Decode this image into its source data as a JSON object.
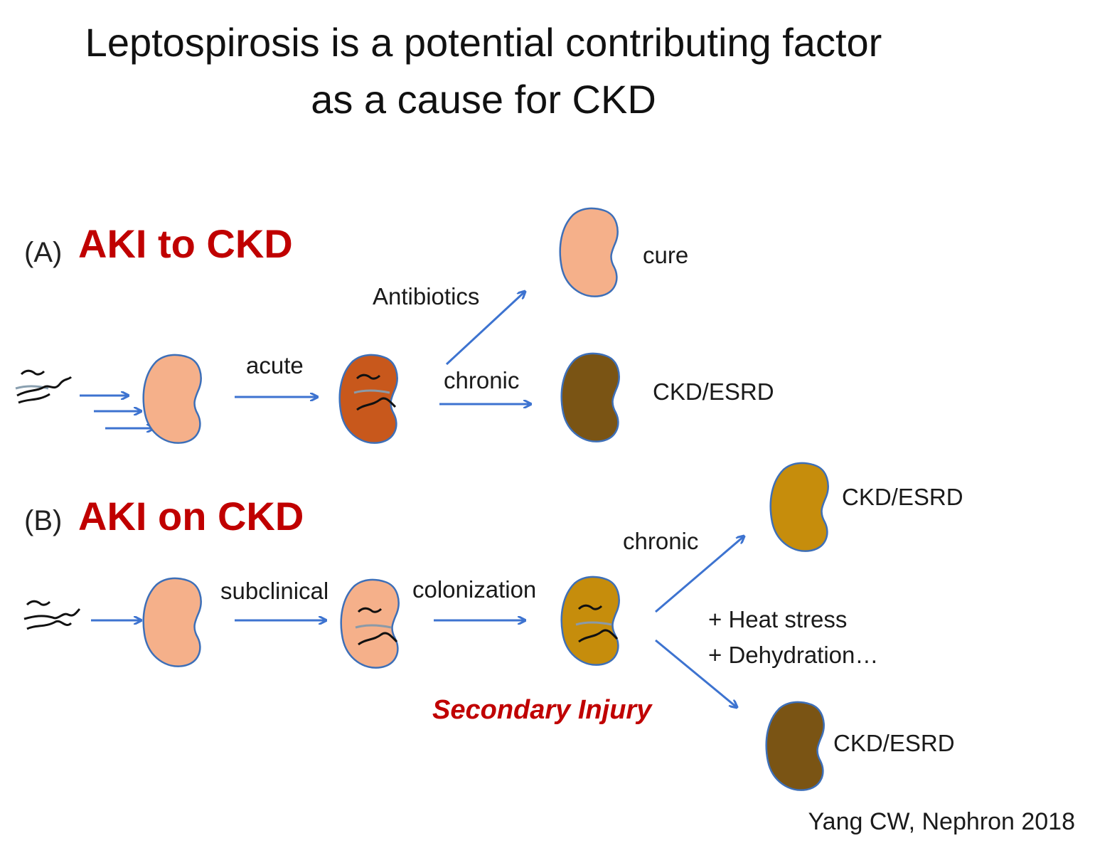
{
  "title": {
    "line1": "Leptospirosis is a potential contributing factor",
    "line2": "as a cause for CKD"
  },
  "colors": {
    "healthy_kidney": "#f5b08a",
    "acute_kidney": "#c8581c",
    "ckd_kidney_dark": "#7a5414",
    "ckd_kidney_gold": "#c68d0c",
    "kidney_outline": "#3d6fb8",
    "arrow": "#3d73d0",
    "section_title": "#c00000"
  },
  "section_a": {
    "letter": "(A)",
    "title": "AKI to CKD",
    "arrow_acute": "acute",
    "arrow_antibiotics": "Antibiotics",
    "arrow_chronic": "chronic",
    "outcome_cure": "cure",
    "outcome_ckd": "CKD/ESRD"
  },
  "section_b": {
    "letter": "(B)",
    "title": "AKI on CKD",
    "arrow_subclinical": "subclinical",
    "arrow_colonization": "colonization",
    "arrow_chronic": "chronic",
    "secondary_injury": "Secondary Injury",
    "factor_heat": "+ Heat stress",
    "factor_dehydration": "+ Dehydration…",
    "outcome_ckd_top": "CKD/ESRD",
    "outcome_ckd_bottom": "CKD/ESRD"
  },
  "citation": "Yang CW, Nephron 2018"
}
